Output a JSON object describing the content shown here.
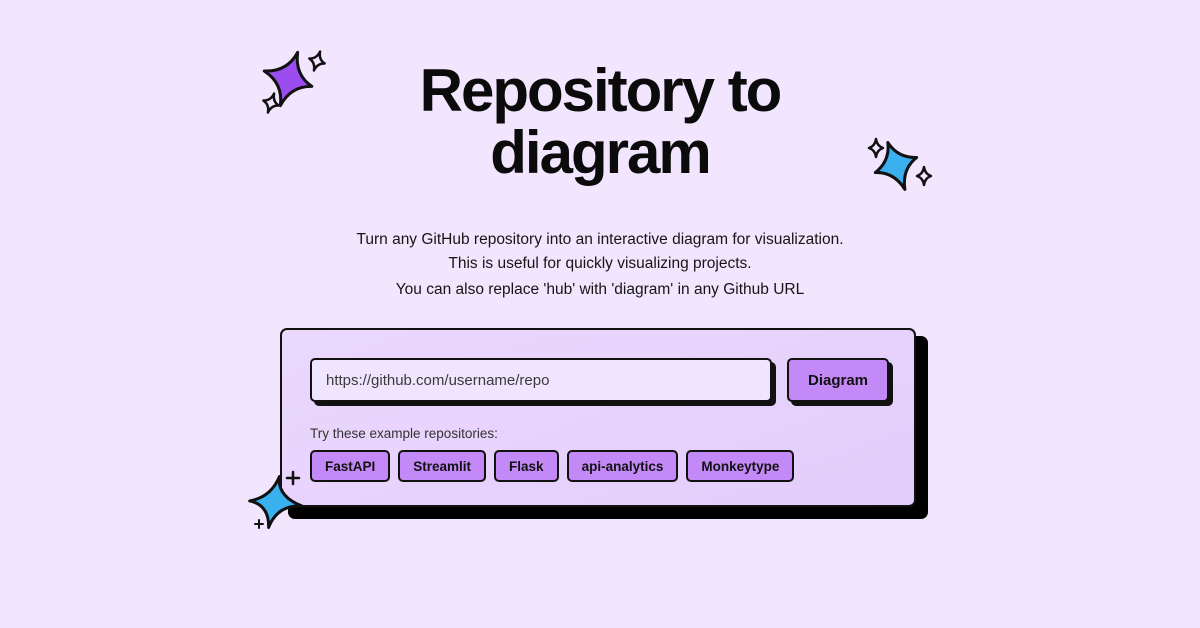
{
  "hero": {
    "title_line1": "Repository to",
    "title_line2": "diagram",
    "subtitle_line1": "Turn any GitHub repository into an interactive diagram for visualization.",
    "subtitle_line2": "This is useful for quickly visualizing projects.",
    "note": "You can also replace 'hub' with 'diagram' in any Github URL"
  },
  "form": {
    "repo_input_placeholder": "https://github.com/username/repo",
    "repo_input_value": "",
    "submit_label": "Diagram",
    "examples_label": "Try these example repositories:",
    "examples": [
      "FastAPI",
      "Streamlit",
      "Flask",
      "api-analytics",
      "Monkeytype"
    ]
  },
  "decorations": {
    "top_left_sparkles": "sparkle-icon",
    "right_sparkles": "sparkle-icon",
    "card_sparkle": "sparkle-icon"
  },
  "colors": {
    "background": "#f2e6fe",
    "card": "#e6d2fc",
    "accent_purple": "#c389f7",
    "sparkle_purple": "#9b4df0",
    "sparkle_blue": "#3ab0ee",
    "border": "#111111"
  }
}
